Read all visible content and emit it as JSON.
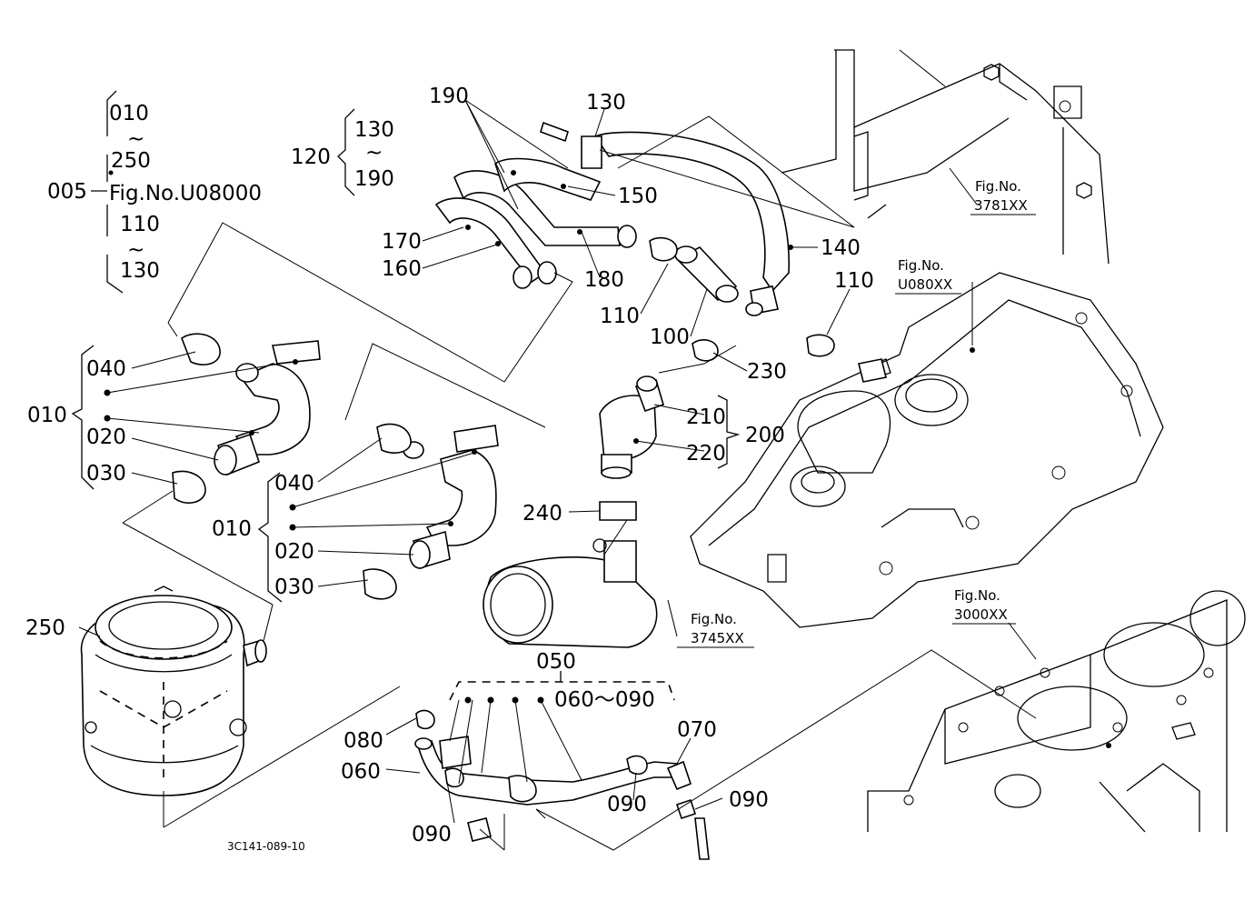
{
  "labels": {
    "n005": "005",
    "n010_a": "010",
    "n010_b": "010",
    "n010_range_top": "010",
    "n250_range": "250",
    "fig_u08000": "Fig.No.U08000",
    "n110_range_top": "110",
    "n130_range_bot": "130",
    "n040_a": "040",
    "n020_a": "020",
    "n030_a": "030",
    "n040_b": "040",
    "n020_b": "020",
    "n030_b": "030",
    "n120": "120",
    "n130_range2_top": "130",
    "n190_range2_bot": "190",
    "n190": "190",
    "n130": "130",
    "n150": "150",
    "n170": "170",
    "n160": "160",
    "n180": "180",
    "n140": "140",
    "n110_a": "110",
    "n110_b": "110",
    "n100": "100",
    "n230": "230",
    "n210": "210",
    "n220": "220",
    "n200": "200",
    "n240": "240",
    "n250": "250",
    "n050": "050",
    "n060_range": "060～090",
    "n080": "080",
    "n060": "060",
    "n070": "070",
    "n090_a": "090",
    "n090_b": "090",
    "n090_c": "090",
    "tilde": "~",
    "fig_3781": "Fig.No.",
    "fig_3781_no": "3781XX",
    "fig_u080": "Fig.No.",
    "fig_u080_no": "U080XX",
    "fig_3745": "Fig.No.",
    "fig_3745_no": "3745XX",
    "fig_3000": "Fig.No.",
    "fig_3000_no": "3000XX",
    "drawing_id": "3C141-089-10"
  }
}
